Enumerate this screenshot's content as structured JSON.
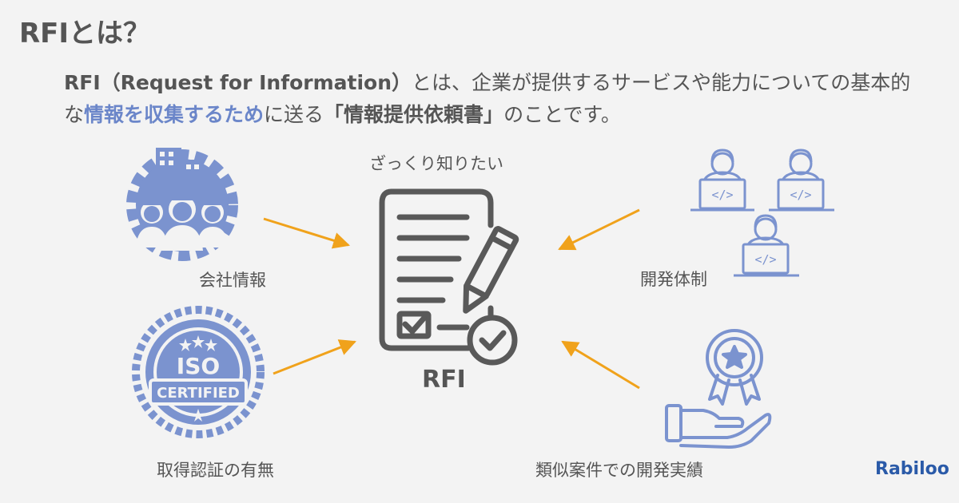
{
  "title": "RFIとは？",
  "lead": {
    "p1": "RFI（Request for Information）",
    "p2": "とは、企業が提供するサービスや能力についての基本的な",
    "p3": "情報を収集するため",
    "p4": "に送る",
    "p5": "「情報提供依頼書」",
    "p6": "のことです。"
  },
  "center": {
    "caption": "ざっくり知りたい",
    "label": "RFI"
  },
  "items": {
    "company": "会社情報",
    "dev_team": "開発体制",
    "certification": "取得認証の有無",
    "track_record": "類似案件での開発実績"
  },
  "badge": {
    "iso": "ISO",
    "certified": "CERTIFIED"
  },
  "code_glyph": "</>",
  "brand": "Rabiloo",
  "colors": {
    "icon_blue": "#7b93cf",
    "arrow": "#f0a21b",
    "highlight": "#6b86c9",
    "text": "#555555"
  }
}
